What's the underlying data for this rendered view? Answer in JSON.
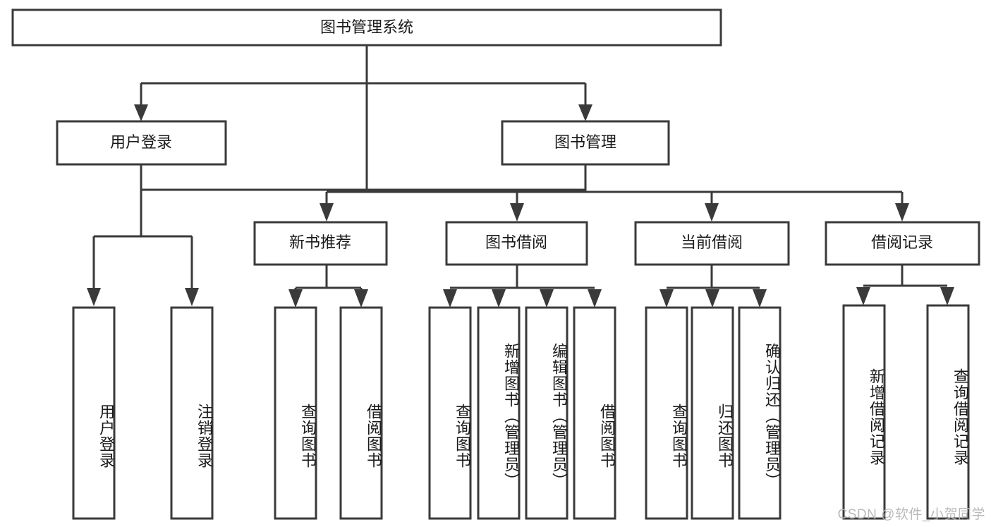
{
  "diagram": {
    "title": "图书管理系统",
    "type": "tree",
    "watermark": "CSDN @软件_小贺同学",
    "colors": {
      "box_stroke": "#3a3a3a",
      "box_fill": "#ffffff",
      "connector": "#3a3a3a",
      "text": "#1a1a1a",
      "watermark": "#b9b9b9",
      "background": "#ffffff"
    },
    "nodes": {
      "root": {
        "label": "图书管理系统",
        "orientation": "horizontal"
      },
      "level1": [
        {
          "id": "user-login",
          "label": "用户登录",
          "orientation": "horizontal"
        },
        {
          "id": "book-manage",
          "label": "图书管理",
          "orientation": "horizontal"
        }
      ],
      "level2": [
        {
          "id": "new-book-recommend",
          "label": "新书推荐",
          "orientation": "horizontal"
        },
        {
          "id": "book-borrow",
          "label": "图书借阅",
          "orientation": "horizontal"
        },
        {
          "id": "current-borrow",
          "label": "当前借阅",
          "orientation": "horizontal"
        },
        {
          "id": "borrow-record",
          "label": "借阅记录",
          "orientation": "horizontal"
        }
      ],
      "leaves": [
        {
          "id": "leaf-user-login",
          "label": "用户登录",
          "parent": "user-login",
          "orientation": "vertical"
        },
        {
          "id": "leaf-logout-login",
          "label": "注销登录",
          "parent": "user-login",
          "orientation": "vertical"
        },
        {
          "id": "leaf-query-book-1",
          "label": "查询图书",
          "parent": "new-book-recommend",
          "orientation": "vertical"
        },
        {
          "id": "leaf-borrow-book-1",
          "label": "借阅图书",
          "parent": "new-book-recommend",
          "orientation": "vertical"
        },
        {
          "id": "leaf-query-book-2",
          "label": "查询图书",
          "parent": "book-borrow",
          "orientation": "vertical"
        },
        {
          "id": "leaf-add-book",
          "label": "新增图书（管理员）",
          "parent": "book-borrow",
          "orientation": "vertical"
        },
        {
          "id": "leaf-edit-book",
          "label": "编辑图书（管理员）",
          "parent": "book-borrow",
          "orientation": "vertical"
        },
        {
          "id": "leaf-borrow-book-2",
          "label": "借阅图书",
          "parent": "book-borrow",
          "orientation": "vertical"
        },
        {
          "id": "leaf-query-book-3",
          "label": "查询图书",
          "parent": "current-borrow",
          "orientation": "vertical"
        },
        {
          "id": "leaf-return-book",
          "label": "归还图书",
          "parent": "current-borrow",
          "orientation": "vertical"
        },
        {
          "id": "leaf-confirm-return",
          "label": "确认归还（管理员）",
          "parent": "current-borrow",
          "orientation": "vertical"
        },
        {
          "id": "leaf-add-record",
          "label": "新增借阅记录",
          "parent": "borrow-record",
          "orientation": "vertical"
        },
        {
          "id": "leaf-query-record",
          "label": "查询借阅记录",
          "parent": "borrow-record",
          "orientation": "vertical"
        }
      ]
    }
  }
}
